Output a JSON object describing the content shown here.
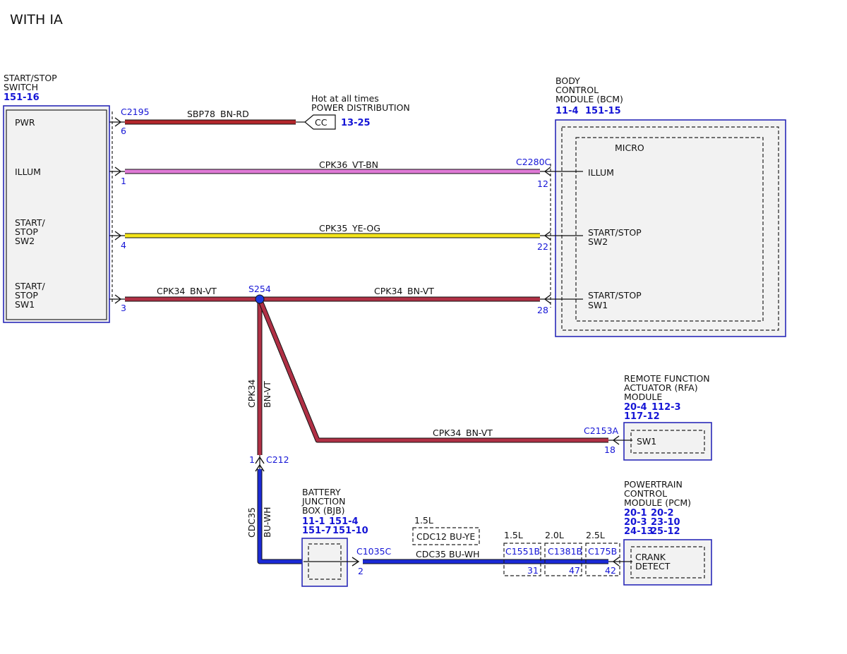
{
  "page": {
    "title": "WITH IA"
  },
  "colors": {
    "bn_rd": "#b3262b",
    "vt_bn": "#e07ad6",
    "ye_og": "#f4e41a",
    "bn_vt": "#b03045",
    "bu_wh": "#1b2ad6",
    "splice": "#1b3ae0",
    "ref": "#1515d6"
  },
  "switch": {
    "name_line1": "START/STOP",
    "name_line2": "SWITCH",
    "ref": "151-16",
    "pins": {
      "pwr": "PWR",
      "illum": "ILLUM",
      "sw2_l1": "START/",
      "sw2_l2": "STOP",
      "sw2_l3": "SW2",
      "sw1_l1": "START/",
      "sw1_l2": "STOP",
      "sw1_l3": "SW1"
    }
  },
  "power": {
    "connector": "C2195",
    "pin": "6",
    "circuit": "SBP78",
    "color_code": "BN-RD",
    "note_line1": "Hot at all times",
    "note_line2": "POWER DISTRIBUTION",
    "terminal": "CC",
    "ref": "13-25"
  },
  "illum_wire": {
    "pin_left": "1",
    "circuit": "CPK36",
    "color_code": "VT-BN",
    "connector": "C2280C",
    "pin_right": "12"
  },
  "sw2_wire": {
    "pin_left": "4",
    "circuit": "CPK35",
    "color_code": "YE-OG",
    "pin_right": "22"
  },
  "sw1_wire": {
    "pin_left": "3",
    "circuit_left": "CPK34",
    "color_left": "BN-VT",
    "splice": "S254",
    "circuit_right": "CPK34",
    "color_right": "BN-VT",
    "pin_right": "28"
  },
  "bcm": {
    "name_line1": "BODY",
    "name_line2": "CONTROL",
    "name_line3": "MODULE (BCM)",
    "ref1": "11-4",
    "ref2": "151-15",
    "micro": "MICRO",
    "illum": "ILLUM",
    "sw2_l1": "START/STOP",
    "sw2_l2": "SW2",
    "sw1_l1": "START/STOP",
    "sw1_l2": "SW1"
  },
  "vertical_wire": {
    "circuit": "CPK34",
    "color_code": "BN-VT"
  },
  "c212": {
    "pin": "1",
    "connector": "C212"
  },
  "rfa_wire": {
    "circuit": "CPK34",
    "color_code": "BN-VT",
    "connector": "C2153A",
    "pin": "18"
  },
  "rfa": {
    "name_line1": "REMOTE FUNCTION",
    "name_line2": "ACTUATOR (RFA)",
    "name_line3": "MODULE",
    "ref1": "20-4",
    "ref2": "112-3",
    "ref3": "117-12",
    "pin": "SW1"
  },
  "cdc_vertical": {
    "circuit": "CDC35",
    "color_code": "BU-WH"
  },
  "bjb": {
    "name_line1": "BATTERY",
    "name_line2": "JUNCTION",
    "name_line3": "BOX (BJB)",
    "ref1": "11-1",
    "ref2": "151-4",
    "ref3": "151-7",
    "ref4": "151-10"
  },
  "bjb_out": {
    "connector": "C1035C",
    "pin": "2"
  },
  "cdc_horizontal": {
    "circuit": "CDC35",
    "color_code": "BU-WH"
  },
  "alt_circuit": {
    "engine": "1.5L",
    "label": "CDC12 BU-YE"
  },
  "pcm_connectors": [
    {
      "engine": "1.5L",
      "connector": "C1551B",
      "pin": "31"
    },
    {
      "engine": "2.0L",
      "connector": "C1381B",
      "pin": "47"
    },
    {
      "engine": "2.5L",
      "connector": "C175B",
      "pin": "42"
    }
  ],
  "pcm": {
    "name_line1": "POWERTRAIN",
    "name_line2": "CONTROL",
    "name_line3": "MODULE (PCM)",
    "ref_row1_a": "20-1",
    "ref_row1_b": "20-2",
    "ref_row2_a": "20-3",
    "ref_row2_b": "23-10",
    "ref_row3_a": "24-13",
    "ref_row3_b": "25-12",
    "pin_l1": "CRANK",
    "pin_l2": "DETECT"
  }
}
